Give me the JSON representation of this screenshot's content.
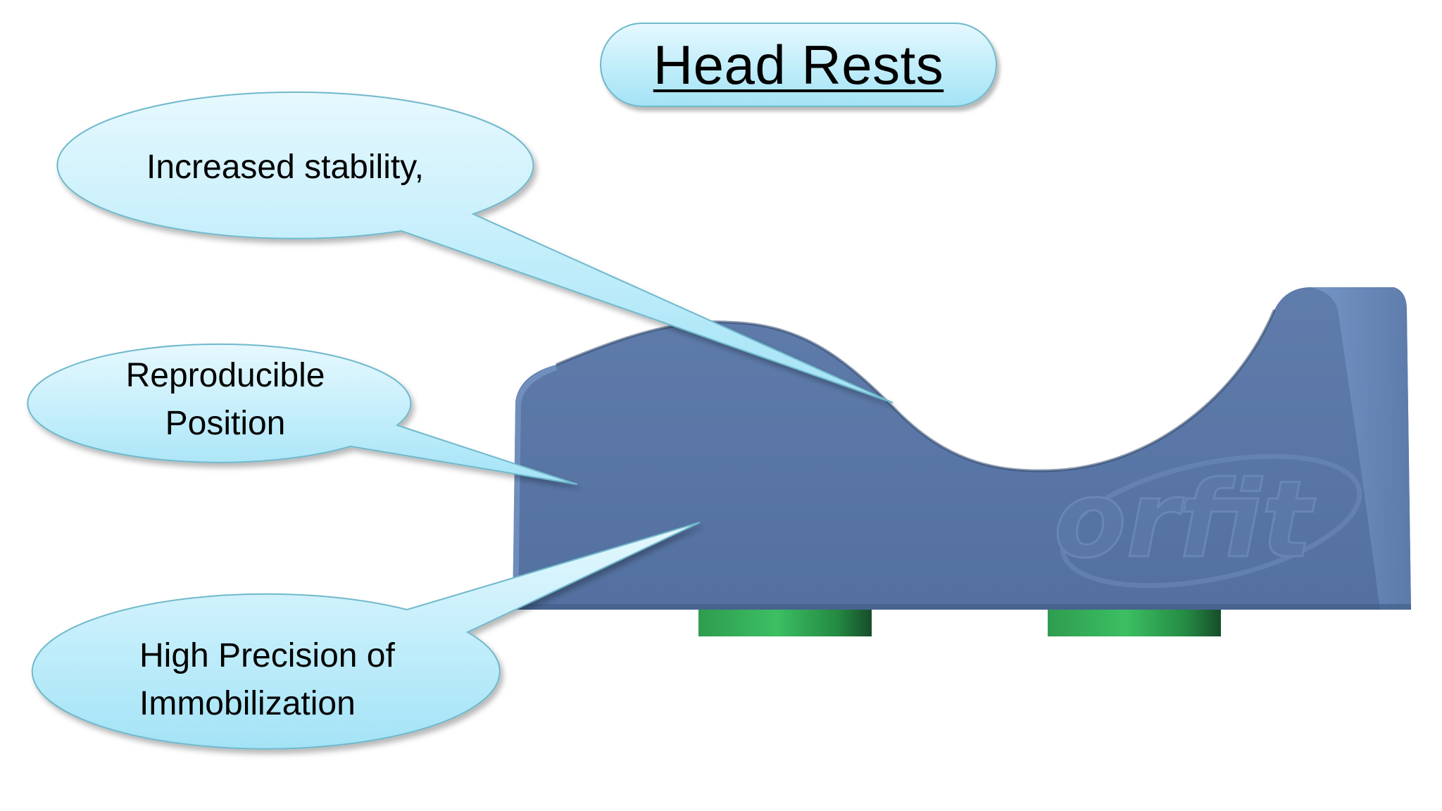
{
  "title": "Head Rests",
  "callouts": [
    {
      "lines": [
        "Increased stability,"
      ]
    },
    {
      "lines": [
        "Reproducible",
        "Position"
      ]
    },
    {
      "lines": [
        "High Precision of",
        "Immobilization"
      ]
    }
  ],
  "product_logo_text": "orfit",
  "colors": {
    "headrest_body": "#57739f",
    "headrest_shadow": "#3f5a84",
    "feet": "#2fa352",
    "callout_fill_top": "#e6f8fe",
    "callout_fill_bottom": "#a3e3f6",
    "callout_border": "#6fb9cc"
  }
}
